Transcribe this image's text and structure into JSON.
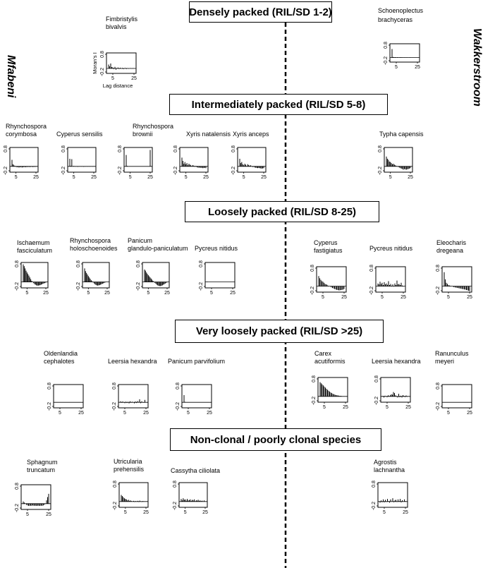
{
  "headers": [
    "Densely packed (RIL/SD 1-2)",
    "Intermediately packed (RIL/SD 5-8)",
    "Loosely packed (RIL/SD 8-25)",
    "Very loosely packed (RIL/SD >25)",
    "Non-clonal / poorly clonal species"
  ],
  "sites": {
    "left": "Mfabeni",
    "right": "Wakkerstroom"
  },
  "axis": {
    "yticks": [
      "0.8",
      "-0.2"
    ],
    "xticks": [
      "5",
      "25"
    ],
    "ylabel": "Moran's I",
    "xlabel": "Lag distance"
  },
  "chart_data": [
    {
      "type": "bar",
      "title": "Fimbristylis bivalvis",
      "site": "Mfabeni",
      "group": "Densely packed (RIL/SD 1-2)",
      "ylim": [
        -0.2,
        0.8
      ],
      "xlim": [
        1,
        25
      ],
      "xlabel": "Lag distance",
      "ylabel": "Moran's I",
      "values": [
        0.22,
        0.12,
        0.28,
        0.08,
        0.06,
        -0.04,
        0.09,
        -0.07,
        0.03,
        0.05,
        -0.03,
        0.04,
        -0.02,
        0.03,
        -0.04,
        0.02,
        0.03,
        -0.03,
        0.02,
        -0.02,
        0.01,
        0.02,
        -0.01,
        0.02,
        0.01
      ]
    },
    {
      "type": "bar",
      "title": "Schoenoplectus brachyceras",
      "site": "Wakkerstroom",
      "group": "Densely packed (RIL/SD 1-2)",
      "ylim": [
        -0.2,
        0.8
      ],
      "xlim": [
        1,
        25
      ],
      "values": [
        0.55,
        0.04,
        0.02,
        0.03,
        0.01,
        0.02,
        0.01,
        0.01,
        0.02,
        0.01,
        0.01,
        0.0,
        0.01,
        0.0,
        0.01,
        0.0,
        0.0,
        0.01,
        0.0,
        0.0,
        0.0,
        0.0,
        0.0,
        0.0,
        0.0
      ]
    },
    {
      "type": "bar",
      "title": "Rhynchospora corymbosa",
      "site": "Mfabeni",
      "group": "Intermediately packed (RIL/SD 5-8)",
      "ylim": [
        -0.2,
        0.8
      ],
      "xlim": [
        1,
        25
      ],
      "values": [
        0.3,
        0.1,
        0.05,
        0.02,
        -0.02,
        -0.04,
        -0.03,
        -0.05,
        -0.04,
        -0.03,
        -0.05,
        -0.04,
        -0.03,
        -0.03,
        -0.04,
        -0.02,
        -0.03,
        -0.02,
        -0.03,
        -0.02,
        -0.02,
        -0.03,
        -0.02,
        -0.02,
        -0.02
      ]
    },
    {
      "type": "bar",
      "title": "Cyperus sensilis",
      "site": "Mfabeni",
      "group": "Intermediately packed (RIL/SD 5-8)",
      "ylim": [
        -0.2,
        0.8
      ],
      "xlim": [
        1,
        25
      ],
      "values": [
        0.35,
        0.02,
        0.33,
        0.01,
        0.02,
        0.01,
        -0.01,
        0.0,
        -0.02,
        0.0,
        -0.01,
        0.0,
        -0.01,
        0.0,
        -0.02,
        0.0,
        -0.01,
        0.0,
        -0.01,
        0.0,
        -0.01,
        0.0,
        0.0,
        -0.01,
        0.0
      ]
    },
    {
      "type": "bar",
      "title": "Rhynchospora brownii",
      "site": "Mfabeni",
      "group": "Intermediately packed (RIL/SD 5-8)",
      "ylim": [
        -0.2,
        0.8
      ],
      "xlim": [
        1,
        25
      ],
      "values": [
        0.52,
        0.02,
        0.01,
        0.0,
        0.0,
        0.0,
        0.01,
        0.0,
        0.0,
        0.0,
        0.0,
        0.0,
        0.0,
        0.0,
        0.0,
        0.0,
        0.0,
        0.0,
        0.0,
        0.0,
        0.0,
        0.0,
        0.0,
        0.0,
        0.75
      ]
    },
    {
      "type": "bar",
      "title": "Xyris natalensis",
      "site": "Mfabeni",
      "group": "Intermediately packed (RIL/SD 5-8)",
      "ylim": [
        -0.2,
        0.8
      ],
      "xlim": [
        1,
        25
      ],
      "values": [
        0.4,
        0.25,
        0.12,
        0.2,
        0.1,
        0.15,
        0.05,
        0.12,
        0.08,
        0.05,
        0.02,
        0.06,
        0.03,
        -0.02,
        0.02,
        -0.04,
        -0.05,
        -0.06,
        -0.05,
        -0.07,
        -0.06,
        -0.08,
        -0.07,
        -0.06,
        -0.08
      ]
    },
    {
      "type": "bar",
      "title": "Xyris anceps",
      "site": "Mfabeni",
      "group": "Intermediately packed (RIL/SD 5-8)",
      "ylim": [
        -0.2,
        0.8
      ],
      "xlim": [
        1,
        25
      ],
      "values": [
        0.35,
        0.15,
        0.2,
        0.1,
        0.05,
        0.12,
        0.08,
        0.02,
        0.1,
        0.06,
        0.03,
        0.05,
        0.0,
        -0.03,
        -0.02,
        -0.05,
        -0.06,
        -0.07,
        -0.08,
        -0.07,
        -0.08,
        -0.09,
        -0.1,
        -0.09,
        -0.08
      ]
    },
    {
      "type": "bar",
      "title": "Typha capensis",
      "site": "Wakkerstroom",
      "group": "Intermediately packed (RIL/SD 5-8)",
      "ylim": [
        -0.2,
        0.8
      ],
      "xlim": [
        1,
        25
      ],
      "values": [
        0.45,
        0.35,
        0.3,
        0.22,
        0.2,
        0.15,
        0.1,
        0.12,
        0.08,
        0.05,
        0.02,
        0.0,
        -0.03,
        -0.05,
        -0.08,
        -0.1,
        -0.12,
        -0.15,
        -0.12,
        -0.14,
        -0.15,
        -0.13,
        -0.12,
        -0.1,
        -0.08
      ]
    },
    {
      "type": "bar",
      "title": "Ischaemum fasciculatum",
      "site": "Mfabeni",
      "group": "Loosely packed (RIL/SD 8-25)",
      "ylim": [
        -0.2,
        0.8
      ],
      "xlim": [
        1,
        25
      ],
      "values": [
        0.78,
        0.7,
        0.6,
        0.5,
        0.42,
        0.35,
        0.28,
        0.2,
        0.12,
        0.05,
        0.0,
        -0.05,
        -0.1,
        -0.12,
        -0.15,
        -0.16,
        -0.16,
        -0.15,
        -0.14,
        -0.12,
        -0.1,
        -0.08,
        -0.06,
        -0.05,
        -0.03
      ]
    },
    {
      "type": "bar",
      "title": "Rhynchospora holoschoenoides",
      "site": "Mfabeni",
      "group": "Loosely packed (RIL/SD 8-25)",
      "ylim": [
        -0.2,
        0.8
      ],
      "xlim": [
        1,
        25
      ],
      "values": [
        0.6,
        0.48,
        0.4,
        0.33,
        0.26,
        0.2,
        0.14,
        0.08,
        0.03,
        -0.02,
        -0.06,
        -0.1,
        -0.13,
        -0.15,
        -0.16,
        -0.15,
        -0.14,
        -0.12,
        -0.1,
        -0.08,
        -0.06,
        -0.04,
        -0.02,
        -0.01,
        0.0
      ]
    },
    {
      "type": "bar",
      "title": "Panicum glandulo-paniculatum",
      "site": "Mfabeni",
      "group": "Loosely packed (RIL/SD 8-25)",
      "ylim": [
        -0.2,
        0.8
      ],
      "xlim": [
        1,
        25
      ],
      "values": [
        0.55,
        0.5,
        0.42,
        0.36,
        0.3,
        0.25,
        0.2,
        0.15,
        0.1,
        0.05,
        0.0,
        -0.04,
        -0.08,
        -0.12,
        -0.15,
        -0.17,
        -0.18,
        -0.18,
        -0.17,
        -0.15,
        -0.12,
        -0.1,
        -0.07,
        -0.04,
        -0.02
      ]
    },
    {
      "type": "bar",
      "title": "Pycreus nitidus",
      "site": "Mfabeni",
      "group": "Loosely packed (RIL/SD 8-25)",
      "ylim": [
        -0.2,
        0.8
      ],
      "xlim": [
        1,
        25
      ],
      "values": [
        0.01,
        0.0,
        0.0,
        0.0,
        0.0,
        0.0,
        0.0,
        0.0,
        0.0,
        0.0,
        0.0,
        0.0,
        0.0,
        0.0,
        0.0,
        0.0,
        0.0,
        0.0,
        0.0,
        0.0,
        0.0,
        0.0,
        0.0,
        0.0,
        0.0
      ]
    },
    {
      "type": "bar",
      "title": "Cyperus fastigiatus",
      "site": "Wakkerstroom",
      "group": "Loosely packed (RIL/SD 8-25)",
      "ylim": [
        -0.2,
        0.8
      ],
      "xlim": [
        1,
        25
      ],
      "values": [
        0.45,
        0.35,
        0.28,
        0.22,
        0.2,
        0.15,
        0.1,
        0.08,
        0.06,
        0.02,
        0.0,
        -0.02,
        -0.05,
        -0.08,
        -0.1,
        -0.12,
        -0.14,
        -0.16,
        -0.17,
        -0.18,
        -0.18,
        -0.17,
        -0.16,
        -0.15,
        -0.12
      ]
    },
    {
      "type": "bar",
      "title": "Pycreus nitidus",
      "site": "Wakkerstroom",
      "group": "Loosely packed (RIL/SD 8-25)",
      "ylim": [
        -0.2,
        0.8
      ],
      "xlim": [
        1,
        25
      ],
      "values": [
        0.12,
        0.08,
        0.2,
        0.1,
        0.15,
        0.05,
        0.18,
        0.08,
        0.12,
        0.06,
        0.22,
        0.05,
        0.1,
        0.02,
        0.08,
        -0.02,
        0.12,
        0.05,
        0.25,
        0.08,
        0.1,
        0.05,
        0.15,
        0.03,
        -0.02
      ]
    },
    {
      "type": "bar",
      "title": "Eleocharis dregeana",
      "site": "Wakkerstroom",
      "group": "Loosely packed (RIL/SD 8-25)",
      "ylim": [
        -0.2,
        0.8
      ],
      "xlim": [
        1,
        25
      ],
      "values": [
        0.62,
        0.3,
        0.15,
        0.1,
        0.05,
        0.03,
        0.02,
        0.0,
        -0.02,
        -0.04,
        -0.05,
        -0.06,
        -0.07,
        -0.08,
        -0.09,
        -0.1,
        -0.11,
        -0.12,
        -0.13,
        -0.14,
        -0.15,
        -0.17,
        -0.18,
        -0.2,
        -0.22
      ]
    },
    {
      "type": "bar",
      "title": "Oldenlandia cephalotes",
      "site": "Mfabeni",
      "group": "Very loosely packed (RIL/SD >25)",
      "ylim": [
        -0.2,
        0.8
      ],
      "xlim": [
        1,
        25
      ],
      "values": [
        0.0,
        0.0,
        0.0,
        0.0,
        0.0,
        0.0,
        0.0,
        0.0,
        0.0,
        0.0,
        0.0,
        0.0,
        0.0,
        0.0,
        0.0,
        0.0,
        0.0,
        0.0,
        0.0,
        0.0,
        0.0,
        0.0,
        0.0,
        0.0,
        0.0
      ]
    },
    {
      "type": "bar",
      "title": "Leersia hexandra",
      "site": "Mfabeni",
      "group": "Very loosely packed (RIL/SD >25)",
      "ylim": [
        -0.2,
        0.8
      ],
      "xlim": [
        1,
        25
      ],
      "values": [
        0.05,
        -0.02,
        0.04,
        0.0,
        -0.04,
        0.03,
        -0.03,
        0.02,
        -0.05,
        0.05,
        -0.02,
        0.03,
        0.0,
        -0.05,
        0.04,
        -0.03,
        0.06,
        0.02,
        0.15,
        -0.04,
        0.05,
        0.0,
        -0.02,
        0.12,
        0.0
      ]
    },
    {
      "type": "bar",
      "title": "Panicum parvifolium",
      "site": "Mfabeni",
      "group": "Very loosely packed (RIL/SD >25)",
      "ylim": [
        -0.2,
        0.8
      ],
      "xlim": [
        1,
        25
      ],
      "values": [
        0.35,
        0.02,
        0.0,
        -0.01,
        0.0,
        0.0,
        0.0,
        0.0,
        0.0,
        0.0,
        0.0,
        0.0,
        0.0,
        0.0,
        0.0,
        0.0,
        0.0,
        0.0,
        0.0,
        0.0,
        0.0,
        0.0,
        0.0,
        0.0,
        0.0
      ]
    },
    {
      "type": "bar",
      "title": "Carex acutiformis",
      "site": "Wakkerstroom",
      "group": "Very loosely packed (RIL/SD >25)",
      "ylim": [
        -0.2,
        0.8
      ],
      "xlim": [
        1,
        25
      ],
      "values": [
        0.65,
        0.6,
        0.55,
        0.5,
        0.45,
        0.4,
        0.35,
        0.3,
        0.26,
        0.22,
        0.18,
        0.15,
        0.12,
        0.1,
        0.08,
        0.06,
        0.05,
        0.04,
        0.03,
        0.02,
        0.02,
        0.01,
        0.01,
        0.0,
        0.0
      ]
    },
    {
      "type": "bar",
      "title": "Leersia hexandra",
      "site": "Wakkerstroom",
      "group": "Very loosely packed (RIL/SD >25)",
      "ylim": [
        -0.2,
        0.8
      ],
      "xlim": [
        1,
        25
      ],
      "values": [
        0.02,
        -0.05,
        0.03,
        0.0,
        -0.04,
        0.05,
        0.02,
        0.05,
        0.1,
        0.08,
        0.2,
        0.15,
        0.05,
        -0.02,
        -0.05,
        0.12,
        -0.04,
        0.03,
        -0.05,
        0.06,
        0.02,
        -0.03,
        0.04,
        -0.02,
        0.0
      ]
    },
    {
      "type": "bar",
      "title": "Ranunculus meyeri",
      "site": "Wakkerstroom",
      "group": "Very loosely packed (RIL/SD >25)",
      "ylim": [
        -0.2,
        0.8
      ],
      "xlim": [
        1,
        25
      ],
      "values": [
        0.0,
        0.0,
        0.0,
        0.0,
        0.0,
        0.0,
        0.0,
        0.0,
        0.0,
        0.0,
        0.0,
        0.0,
        0.0,
        0.0,
        0.0,
        0.0,
        0.0,
        0.0,
        0.0,
        0.0,
        0.0,
        0.0,
        0.0,
        0.0,
        0.0
      ]
    },
    {
      "type": "bar",
      "title": "Sphagnum truncatum",
      "site": "Mfabeni",
      "group": "Non-clonal / poorly clonal species",
      "ylim": [
        -0.2,
        0.8
      ],
      "xlim": [
        1,
        25
      ],
      "values": [
        0.1,
        0.05,
        0.0,
        -0.05,
        -0.08,
        -0.1,
        -0.1,
        -0.09,
        -0.1,
        -0.08,
        -0.1,
        -0.09,
        -0.1,
        -0.1,
        -0.09,
        -0.1,
        -0.1,
        -0.09,
        -0.1,
        -0.08,
        -0.05,
        0.0,
        0.15,
        0.3,
        0.45
      ]
    },
    {
      "type": "bar",
      "title": "Utricularia prehensilis",
      "site": "Mfabeni",
      "group": "Non-clonal / poorly clonal species",
      "ylim": [
        -0.2,
        0.8
      ],
      "xlim": [
        1,
        25
      ],
      "values": [
        0.3,
        0.25,
        0.2,
        0.15,
        0.12,
        0.1,
        0.05,
        0.08,
        0.03,
        0.05,
        0.02,
        0.0,
        0.03,
        -0.02,
        0.02,
        -0.01,
        0.03,
        -0.02,
        0.04,
        0.0,
        -0.02,
        0.02,
        -0.01,
        0.0,
        0.01
      ]
    },
    {
      "type": "bar",
      "title": "Cassytha ciliolata",
      "site": "Mfabeni",
      "group": "Non-clonal / poorly clonal species",
      "ylim": [
        -0.2,
        0.8
      ],
      "xlim": [
        1,
        25
      ],
      "values": [
        0.12,
        0.05,
        0.15,
        0.08,
        0.1,
        0.04,
        0.12,
        0.05,
        0.06,
        0.1,
        0.03,
        0.08,
        0.05,
        0.1,
        0.02,
        0.06,
        0.04,
        0.08,
        0.03,
        0.05,
        0.02,
        0.04,
        0.0,
        0.05,
        0.0
      ]
    },
    {
      "type": "bar",
      "title": "Agrostis lachnantha",
      "site": "Wakkerstroom",
      "group": "Non-clonal / poorly clonal species",
      "ylim": [
        -0.2,
        0.8
      ],
      "xlim": [
        1,
        25
      ],
      "values": [
        -0.05,
        0.05,
        -0.03,
        0.1,
        -0.04,
        0.08,
        -0.02,
        0.12,
        0.02,
        -0.05,
        0.1,
        0.0,
        0.15,
        -0.03,
        0.05,
        0.08,
        -0.02,
        0.1,
        0.02,
        0.12,
        -0.04,
        0.06,
        0.0,
        0.1,
        0.02
      ]
    }
  ]
}
